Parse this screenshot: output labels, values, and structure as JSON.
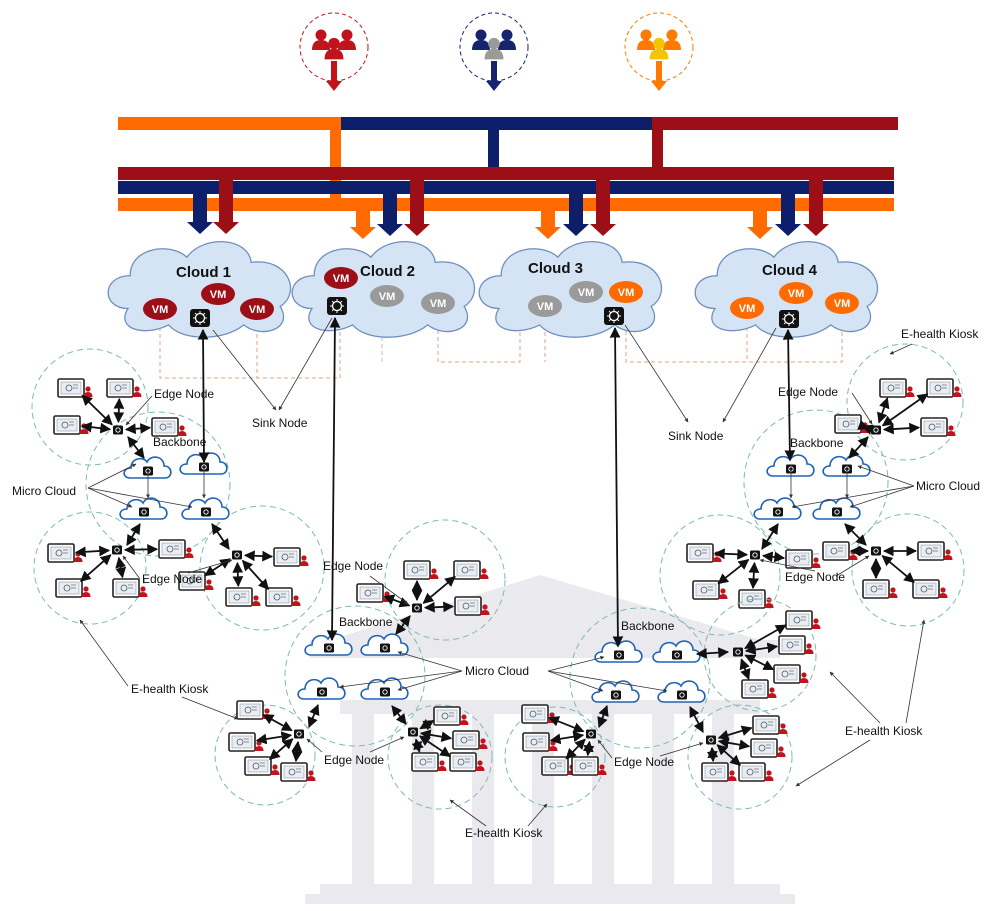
{
  "colors": {
    "orange": "#ff6b00",
    "navy": "#0d1f6b",
    "darkred": "#9c0f16",
    "cloud_fill": "#d5e4f5",
    "cloud_stroke": "#6f8fbf",
    "vm_grey": "#9a9a9a",
    "kiosk_circle": "#7fb9b2",
    "user_red": "#c0141c",
    "user_navy": "#16236e",
    "user_orange": "#ff7a00"
  },
  "clouds": [
    {
      "title": "Cloud 1",
      "vms": [
        "VM",
        "VM",
        "VM"
      ]
    },
    {
      "title": "Cloud 2",
      "vms": [
        "VM",
        "VM",
        "VM"
      ]
    },
    {
      "title": "Cloud 3",
      "vms": [
        "VM",
        "VM",
        "VM"
      ]
    },
    {
      "title": "Cloud 4",
      "vms": [
        "VM",
        "VM",
        "VM"
      ]
    }
  ],
  "labels": {
    "edge_node": "Edge Node",
    "sink_node": "Sink Node",
    "backbone": "Backbone",
    "micro_cloud": "Micro Cloud",
    "kiosk": "E-health Kiosk"
  }
}
